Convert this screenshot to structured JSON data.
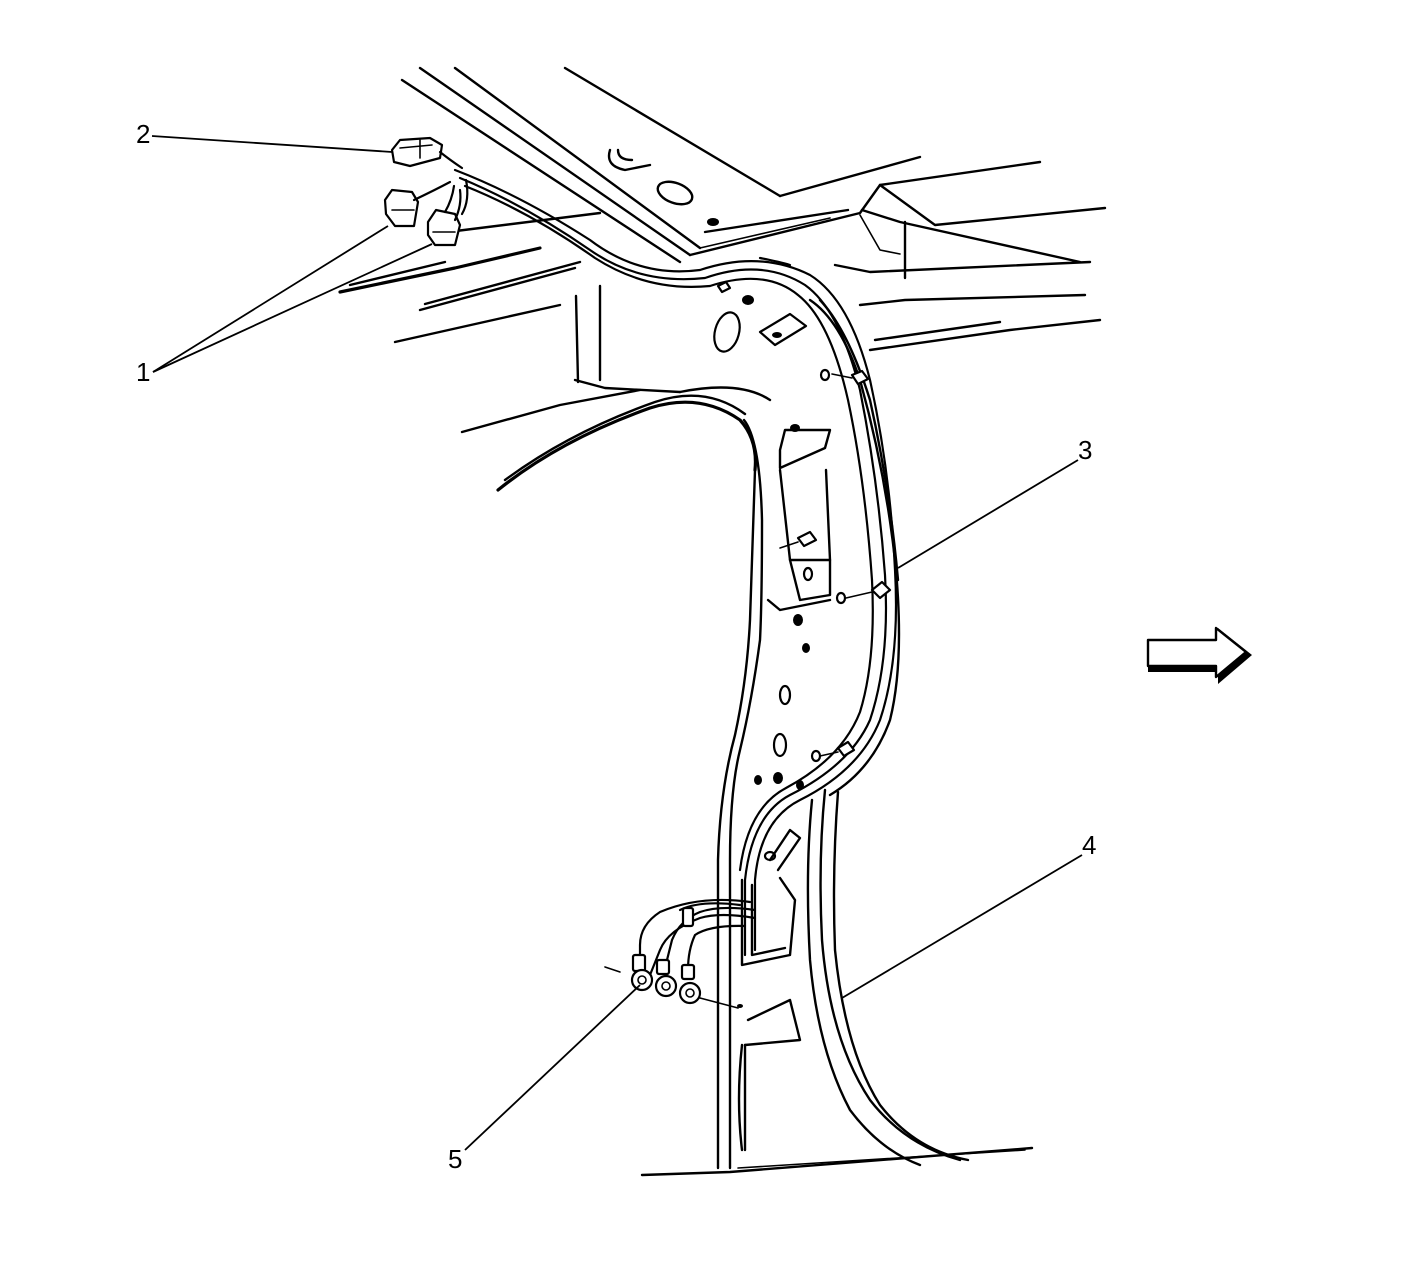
{
  "callouts": [
    {
      "id": "1",
      "label": "1"
    },
    {
      "id": "2",
      "label": "2"
    },
    {
      "id": "3",
      "label": "3"
    },
    {
      "id": "4",
      "label": "4"
    },
    {
      "id": "5",
      "label": "5"
    }
  ],
  "icons": {
    "direction_arrow": "forward-arrow-icon"
  }
}
